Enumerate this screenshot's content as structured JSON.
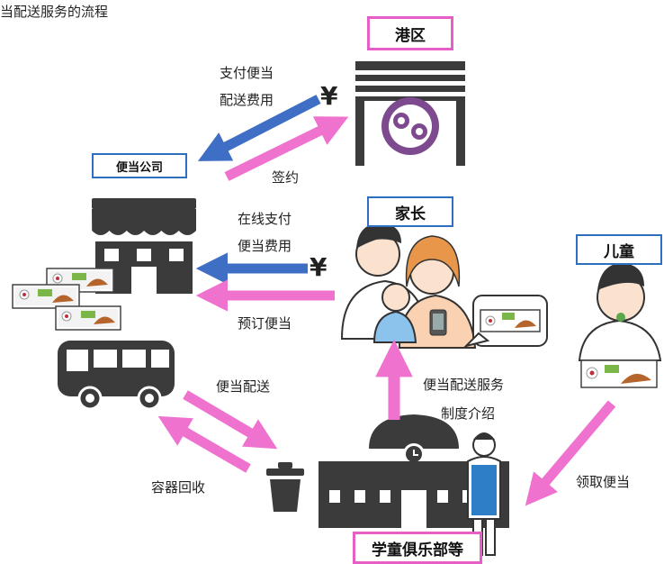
{
  "diagram": {
    "title": "当配送服务的流程",
    "nodes": {
      "port_district": "港区",
      "bento_company": "便当公司",
      "parents": "家长",
      "children": "儿童",
      "school_club": "学童俱乐部等"
    },
    "edge_labels": {
      "pay_fee_line1": "支付便当",
      "pay_fee_line2": "配送费用",
      "contract": "签约",
      "online_pay_line1": "在线支付",
      "online_pay_line2": "便当费用",
      "order": "预订便当",
      "delivery": "便当配送",
      "container_return": "容器回收",
      "intro_line1": "便当配送服务",
      "intro_line2": "制度介绍",
      "pickup": "领取便当"
    },
    "symbols": {
      "yen_1": "¥",
      "yen_2": "¥"
    },
    "colors": {
      "blue_arrow": "#3f6fc5",
      "pink_arrow": "#ef72cf",
      "pink_border": "#e75fc6",
      "blue_border": "#2f6fbf",
      "logo_purple": "#7e4a8f",
      "dark_icon": "#333333"
    },
    "icons": [
      "office-building-icon",
      "shop-icon",
      "bus-icon",
      "trash-can-icon",
      "school-building-icon",
      "bento-box-icon",
      "family-icon",
      "child-eating-icon",
      "staff-person-icon"
    ]
  }
}
